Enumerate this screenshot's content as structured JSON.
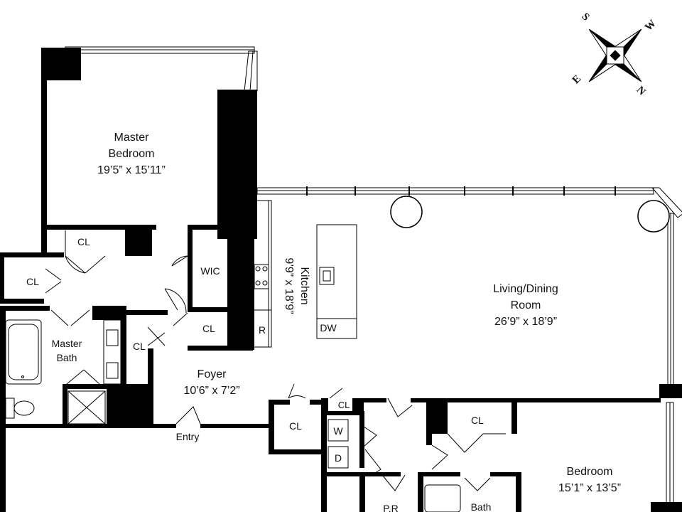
{
  "rooms": {
    "master_bedroom": {
      "name_line1": "Master",
      "name_line2": "Bedroom",
      "dimensions": "19’5” x 15’11”"
    },
    "living_dining": {
      "name_line1": "Living/Dining",
      "name_line2": "Room",
      "dimensions": "26’9” x 18’9”"
    },
    "kitchen": {
      "name": "Kitchen",
      "dimensions": "9’9” x 18’9”"
    },
    "master_bath": {
      "name_line1": "Master",
      "name_line2": "Bath"
    },
    "foyer": {
      "name": "Foyer",
      "dimensions": "10’6” x 7’2”"
    },
    "bedroom": {
      "name": "Bedroom",
      "dimensions": "15’1” x 13’5”"
    },
    "powder_room": {
      "name": "P.R"
    },
    "bath": {
      "name": "Bath"
    },
    "wic": {
      "name": "WIC"
    }
  },
  "closets": {
    "label": "CL"
  },
  "appliances": {
    "refrigerator": "R",
    "dishwasher": "DW",
    "washer": "W",
    "dryer": "D"
  },
  "entry": {
    "label": "Entry"
  },
  "compass": {
    "s": "S",
    "w": "W",
    "e": "E",
    "n": "N"
  }
}
